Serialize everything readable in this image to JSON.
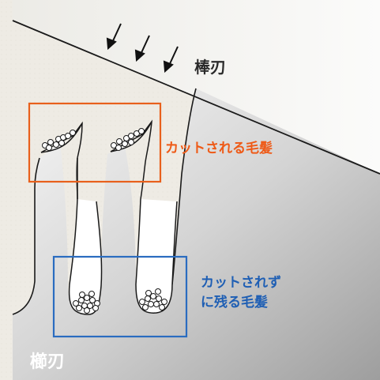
{
  "labels": {
    "blade_top": "棒刃",
    "blade_bottom": "櫛刃",
    "cut_hair": "カットされる毛髪",
    "uncut_hair_line1": "カットされず",
    "uncut_hair_line2": "に残る毛髪"
  },
  "colors": {
    "cut_box": "#e8601c",
    "uncut_box": "#2a6cc0",
    "label_orange": "#ee5a17",
    "label_blue": "#1f5fb4",
    "blade_top_fill": "#fbfbfa",
    "comb_fill": "#bdbdbd",
    "background": "#eeebe4"
  },
  "arrows": {
    "count": 3,
    "direction": "down-left",
    "icon": "pressing-arrow-icon"
  }
}
